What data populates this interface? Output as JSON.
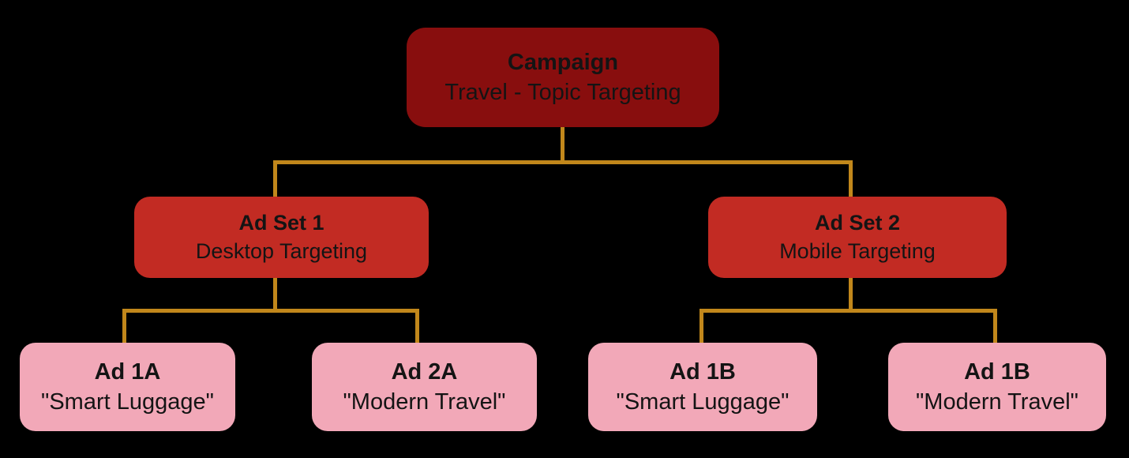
{
  "diagram": {
    "type": "hierarchy",
    "description": "Ad campaign structure tree"
  },
  "colors": {
    "background": "#000000",
    "campaign_fill": "#880E0E",
    "adset_fill": "#C22B23",
    "ad_fill": "#F2A8B8",
    "connector": "#C1871B",
    "text": "#141414"
  },
  "nodes": {
    "campaign": {
      "title": "Campaign",
      "subtitle": "Travel - Topic Targeting"
    },
    "adset1": {
      "title": "Ad Set 1",
      "subtitle": "Desktop Targeting"
    },
    "adset2": {
      "title": "Ad Set 2",
      "subtitle": "Mobile Targeting"
    },
    "ad1a": {
      "title": "Ad 1A",
      "subtitle": "\"Smart Luggage\""
    },
    "ad2a": {
      "title": "Ad 2A",
      "subtitle": "\"Modern Travel\""
    },
    "ad1b": {
      "title": "Ad 1B",
      "subtitle": "\"Smart Luggage\""
    },
    "ad2b": {
      "title": "Ad 1B",
      "subtitle": "\"Modern Travel\""
    }
  },
  "edges": [
    {
      "from": "campaign",
      "to": "adset1"
    },
    {
      "from": "campaign",
      "to": "adset2"
    },
    {
      "from": "adset1",
      "to": "ad1a"
    },
    {
      "from": "adset1",
      "to": "ad2a"
    },
    {
      "from": "adset2",
      "to": "ad1b"
    },
    {
      "from": "adset2",
      "to": "ad2b"
    }
  ]
}
